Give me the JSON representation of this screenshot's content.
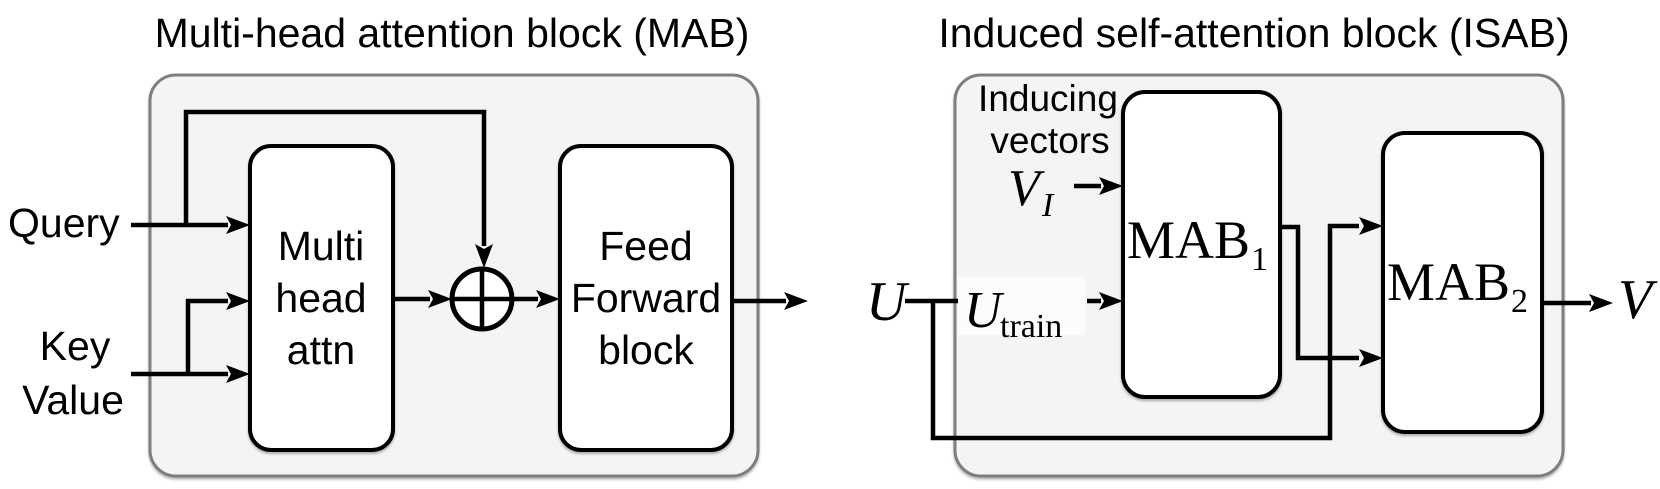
{
  "colors": {
    "container_fill": "#f4f4f4",
    "container_border": "#7e7e7e",
    "box_fill": "#ffffff",
    "box_border": "#000000",
    "wire": "#000000",
    "text": "#000000",
    "utrain_bg": "#fcfcfc"
  },
  "mab": {
    "title": "Multi-head attention block (MAB)",
    "query_label": "Query",
    "key_label": "Key",
    "value_label": "Value",
    "multi_head_box": {
      "line1": "Multi",
      "line2": "head",
      "line3": "attn"
    },
    "feed_forward_box": {
      "line1": "Feed",
      "line2": "Forward",
      "line3": "block"
    }
  },
  "isab": {
    "title": "Induced self-attention block (ISAB)",
    "inducing_label": {
      "line1": "Inducing",
      "line2": "vectors"
    },
    "inducing_vectors_var": {
      "base": "V",
      "sub": "I"
    },
    "input_var": "U",
    "train_var": {
      "base": "U",
      "sub": "train"
    },
    "mab1_box": {
      "base": "MAB",
      "sub": "1"
    },
    "mab2_box": {
      "base": "MAB",
      "sub": "2"
    },
    "output_var": "V"
  }
}
